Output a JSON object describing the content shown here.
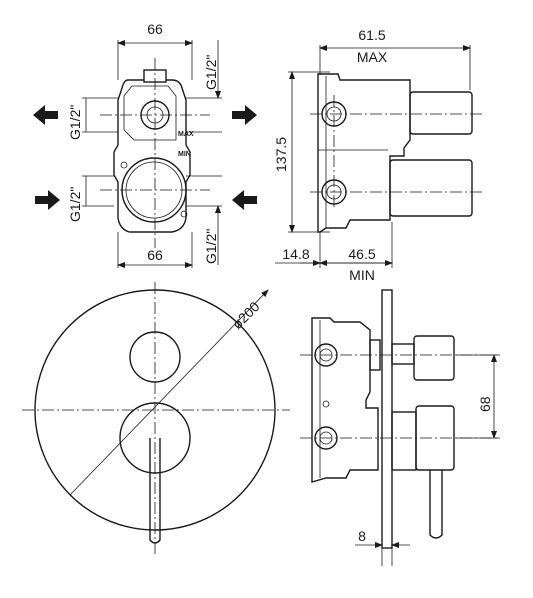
{
  "top_left_view": {
    "width_top": "66",
    "width_bottom": "66",
    "thread_top_right": "G1/2\"",
    "thread_bottom_right": "G1/2\"",
    "thread_upper_left": "G1/2\"",
    "thread_lower_left": "G1/2\"",
    "marker_max": "MAX",
    "marker_min": "MIN"
  },
  "top_right_view": {
    "depth_max_value": "61.5",
    "depth_max_label": "MAX",
    "height": "137.5",
    "offset": "14.8",
    "depth_min_value": "46.5",
    "depth_min_label": "MIN"
  },
  "bottom_left_view": {
    "diameter": "ø200"
  },
  "bottom_right_view": {
    "spacing": "68",
    "plate_thickness": "8"
  }
}
